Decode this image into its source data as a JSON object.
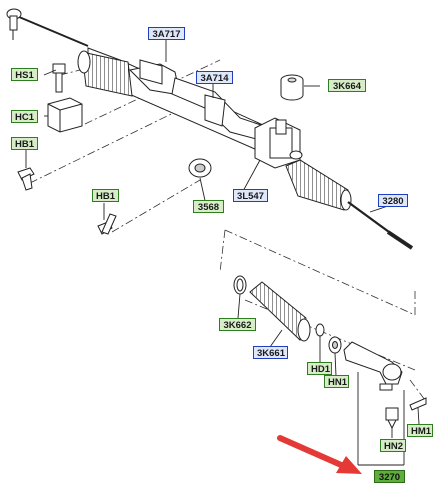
{
  "labels": {
    "l_3A717": {
      "text": "3A717",
      "kind": "blue"
    },
    "l_3A714": {
      "text": "3A714",
      "kind": "blue"
    },
    "l_3K664": {
      "text": "3K664",
      "kind": "green"
    },
    "l_HS1": {
      "text": "HS1",
      "kind": "green"
    },
    "l_HC1": {
      "text": "HC1",
      "kind": "green"
    },
    "l_HB1a": {
      "text": "HB1",
      "kind": "green"
    },
    "l_HB1b": {
      "text": "HB1",
      "kind": "green"
    },
    "l_3568": {
      "text": "3568",
      "kind": "green"
    },
    "l_3L547": {
      "text": "3L547",
      "kind": "blue"
    },
    "l_3280": {
      "text": "3280",
      "kind": "blue"
    },
    "l_3K662": {
      "text": "3K662",
      "kind": "green"
    },
    "l_3K661": {
      "text": "3K661",
      "kind": "blue"
    },
    "l_HD1": {
      "text": "HD1",
      "kind": "green"
    },
    "l_HN1": {
      "text": "HN1",
      "kind": "green"
    },
    "l_HM1": {
      "text": "HM1",
      "kind": "green"
    },
    "l_HN2": {
      "text": "HN2",
      "kind": "green"
    },
    "l_3270": {
      "text": "3270",
      "kind": "highlight"
    }
  },
  "colors": {
    "blue_border": "#1f3fbf",
    "green_border": "#2e7d1f",
    "highlight_fill": "#5fae3c",
    "arrow": "#e53935"
  }
}
